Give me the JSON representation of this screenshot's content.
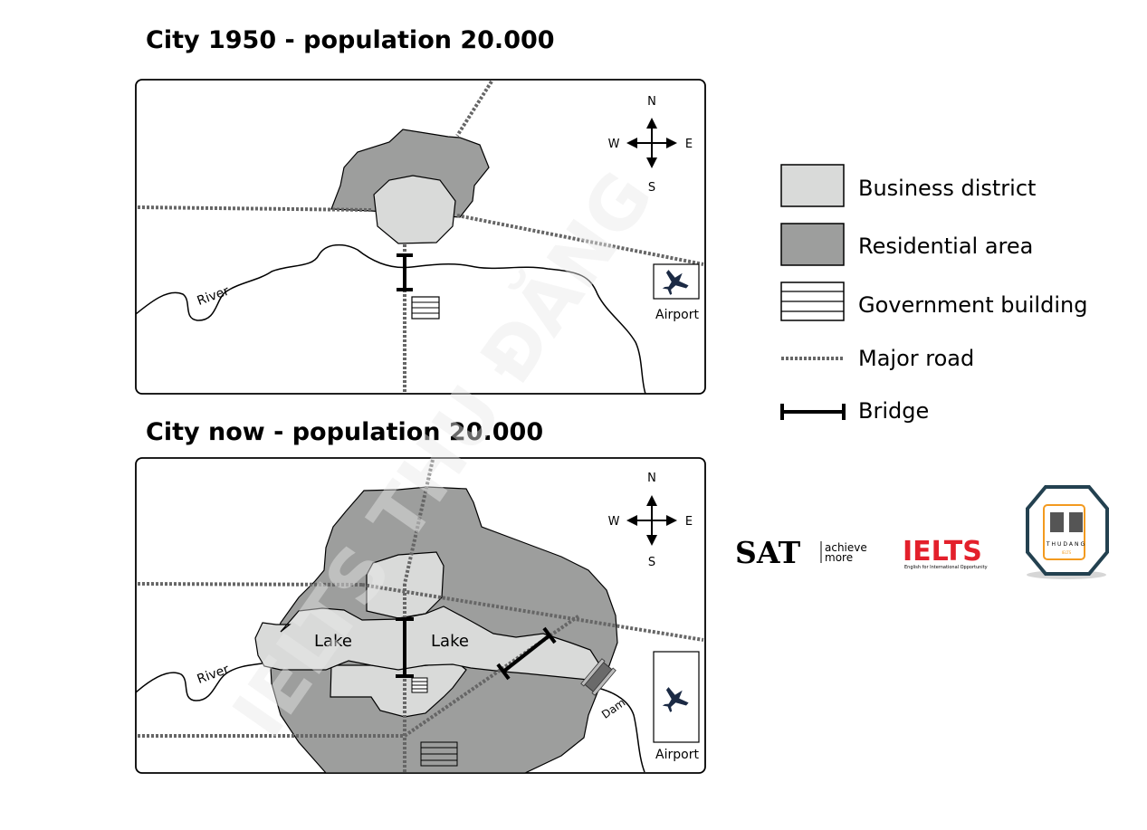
{
  "maps": [
    {
      "title": "City 1950 - population 20.000",
      "river_label": "River",
      "airport_label": "Airport",
      "compass": {
        "n": "N",
        "s": "S",
        "e": "E",
        "w": "W"
      }
    },
    {
      "title": "City now - population 20.000",
      "river_label": "River",
      "airport_label": "Airport",
      "lake_labels": [
        "Lake",
        "Lake"
      ],
      "dam_label": "Dam",
      "compass": {
        "n": "N",
        "s": "S",
        "e": "E",
        "w": "W"
      }
    }
  ],
  "legend": [
    {
      "label": "Business district",
      "color": "#d9dad9"
    },
    {
      "label": "Residential area",
      "color": "#9d9e9d"
    },
    {
      "label": "Government building"
    },
    {
      "label": "Major road"
    },
    {
      "label": "Bridge"
    }
  ],
  "logos": {
    "sat": "SAT",
    "sat_tagline_1": "achieve",
    "sat_tagline_2": "more",
    "ielts": "IELTS",
    "ielts_tagline": "English for International Opportunity",
    "badge": "THUDANG",
    "badge_sub": "IELTS"
  },
  "watermark": "IELTS THU ĐĂNG",
  "colors": {
    "business": "#d9dad9",
    "residential": "#9d9e9d",
    "road": "#666666",
    "plane": "#1b2a44",
    "ielts_red": "#e3202b",
    "badge_border": "#234150",
    "badge_orange": "#f39a1f"
  }
}
